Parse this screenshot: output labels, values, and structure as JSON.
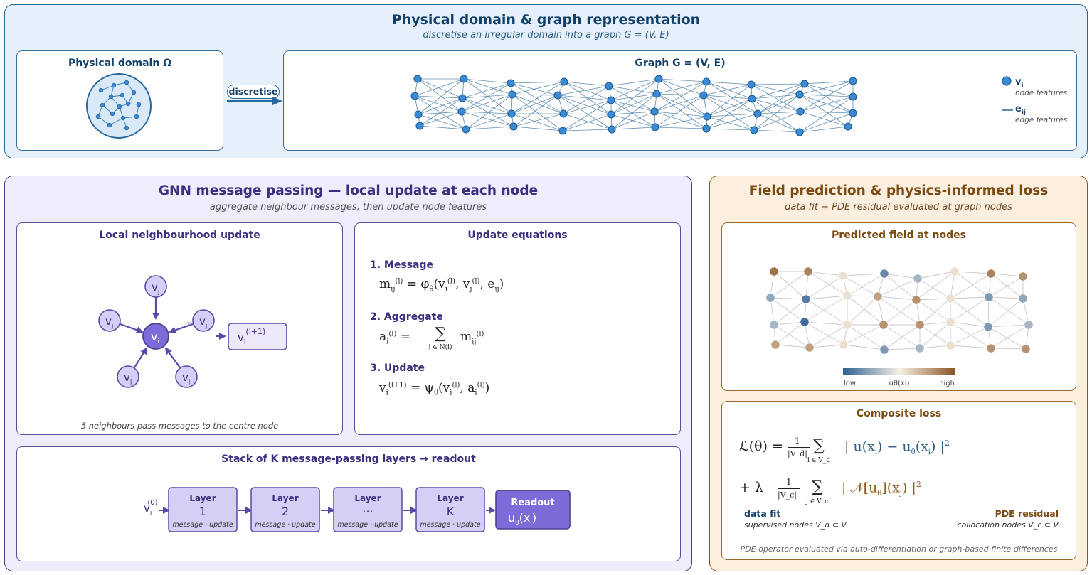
{
  "top": {
    "title": "Physical domain & graph representation",
    "subtitle": "discretise an irregular domain into a graph G = (V, E)",
    "domain_title": "Physical domain Ω",
    "discretise_label": "discretise",
    "graph_title": "Graph G = (V, E)",
    "legend": {
      "node_label": "v",
      "node_sub": "i",
      "node_desc": "node features",
      "edge_label": "e",
      "edge_sub": "ij",
      "edge_desc": "edge features"
    }
  },
  "gnn": {
    "title": "GNN message passing — local update at each node",
    "subtitle": "aggregate neighbour messages, then update node features",
    "local_title": "Local neighbourhood update",
    "local_caption": "5 neighbours pass messages to the centre node",
    "neighbour_label": "v",
    "neighbour_sub": "j",
    "centre_label": "v",
    "centre_sub": "i",
    "message_label": "m",
    "updated_label": "v",
    "updated_sub": "i",
    "updated_sup": "(l+1)",
    "equations_title": "Update equations",
    "eq1_head": "1. Message",
    "eq2_head": "2. Aggregate",
    "eq3_head": "3. Update",
    "stack_title": "Stack of K message-passing layers → readout",
    "input_label": "v",
    "input_sub": "i",
    "input_sup": "(0)",
    "layer_word": "Layer",
    "layer_caption": "message · update",
    "layers": [
      "1",
      "2",
      "···",
      "K"
    ],
    "readout_title": "Readout",
    "readout_formula": "u",
    "readout_theta": "θ",
    "readout_arg": "(x",
    "readout_arg_sub": "i",
    "readout_close": ")"
  },
  "loss": {
    "title": "Field prediction & physics-informed loss",
    "subtitle": "data fit + PDE residual evaluated at graph nodes",
    "field_title": "Predicted field at nodes",
    "colorbar_low": "low",
    "colorbar_mid": "uθ(xi)",
    "colorbar_high": "high",
    "composite_title": "Composite loss",
    "data_fit_label": "data fit",
    "data_fit_desc": "supervised nodes V_d ⊂ V",
    "pde_label": "PDE residual",
    "pde_desc": "collocation nodes V_c ⊂ V",
    "footnote": "PDE operator evaluated via auto-differentiation or graph-based finite differences"
  },
  "colors": {
    "blue_accent": "#12406a",
    "purple_accent": "#3b2f80",
    "brown_accent": "#7a4a12",
    "node_blue": "#3a8ad6",
    "node_purple": "#d4cff4",
    "centre_purple": "#7c6cd8",
    "low": "#2f5f93",
    "mid": "#f6efe3",
    "high": "#8a5423"
  }
}
